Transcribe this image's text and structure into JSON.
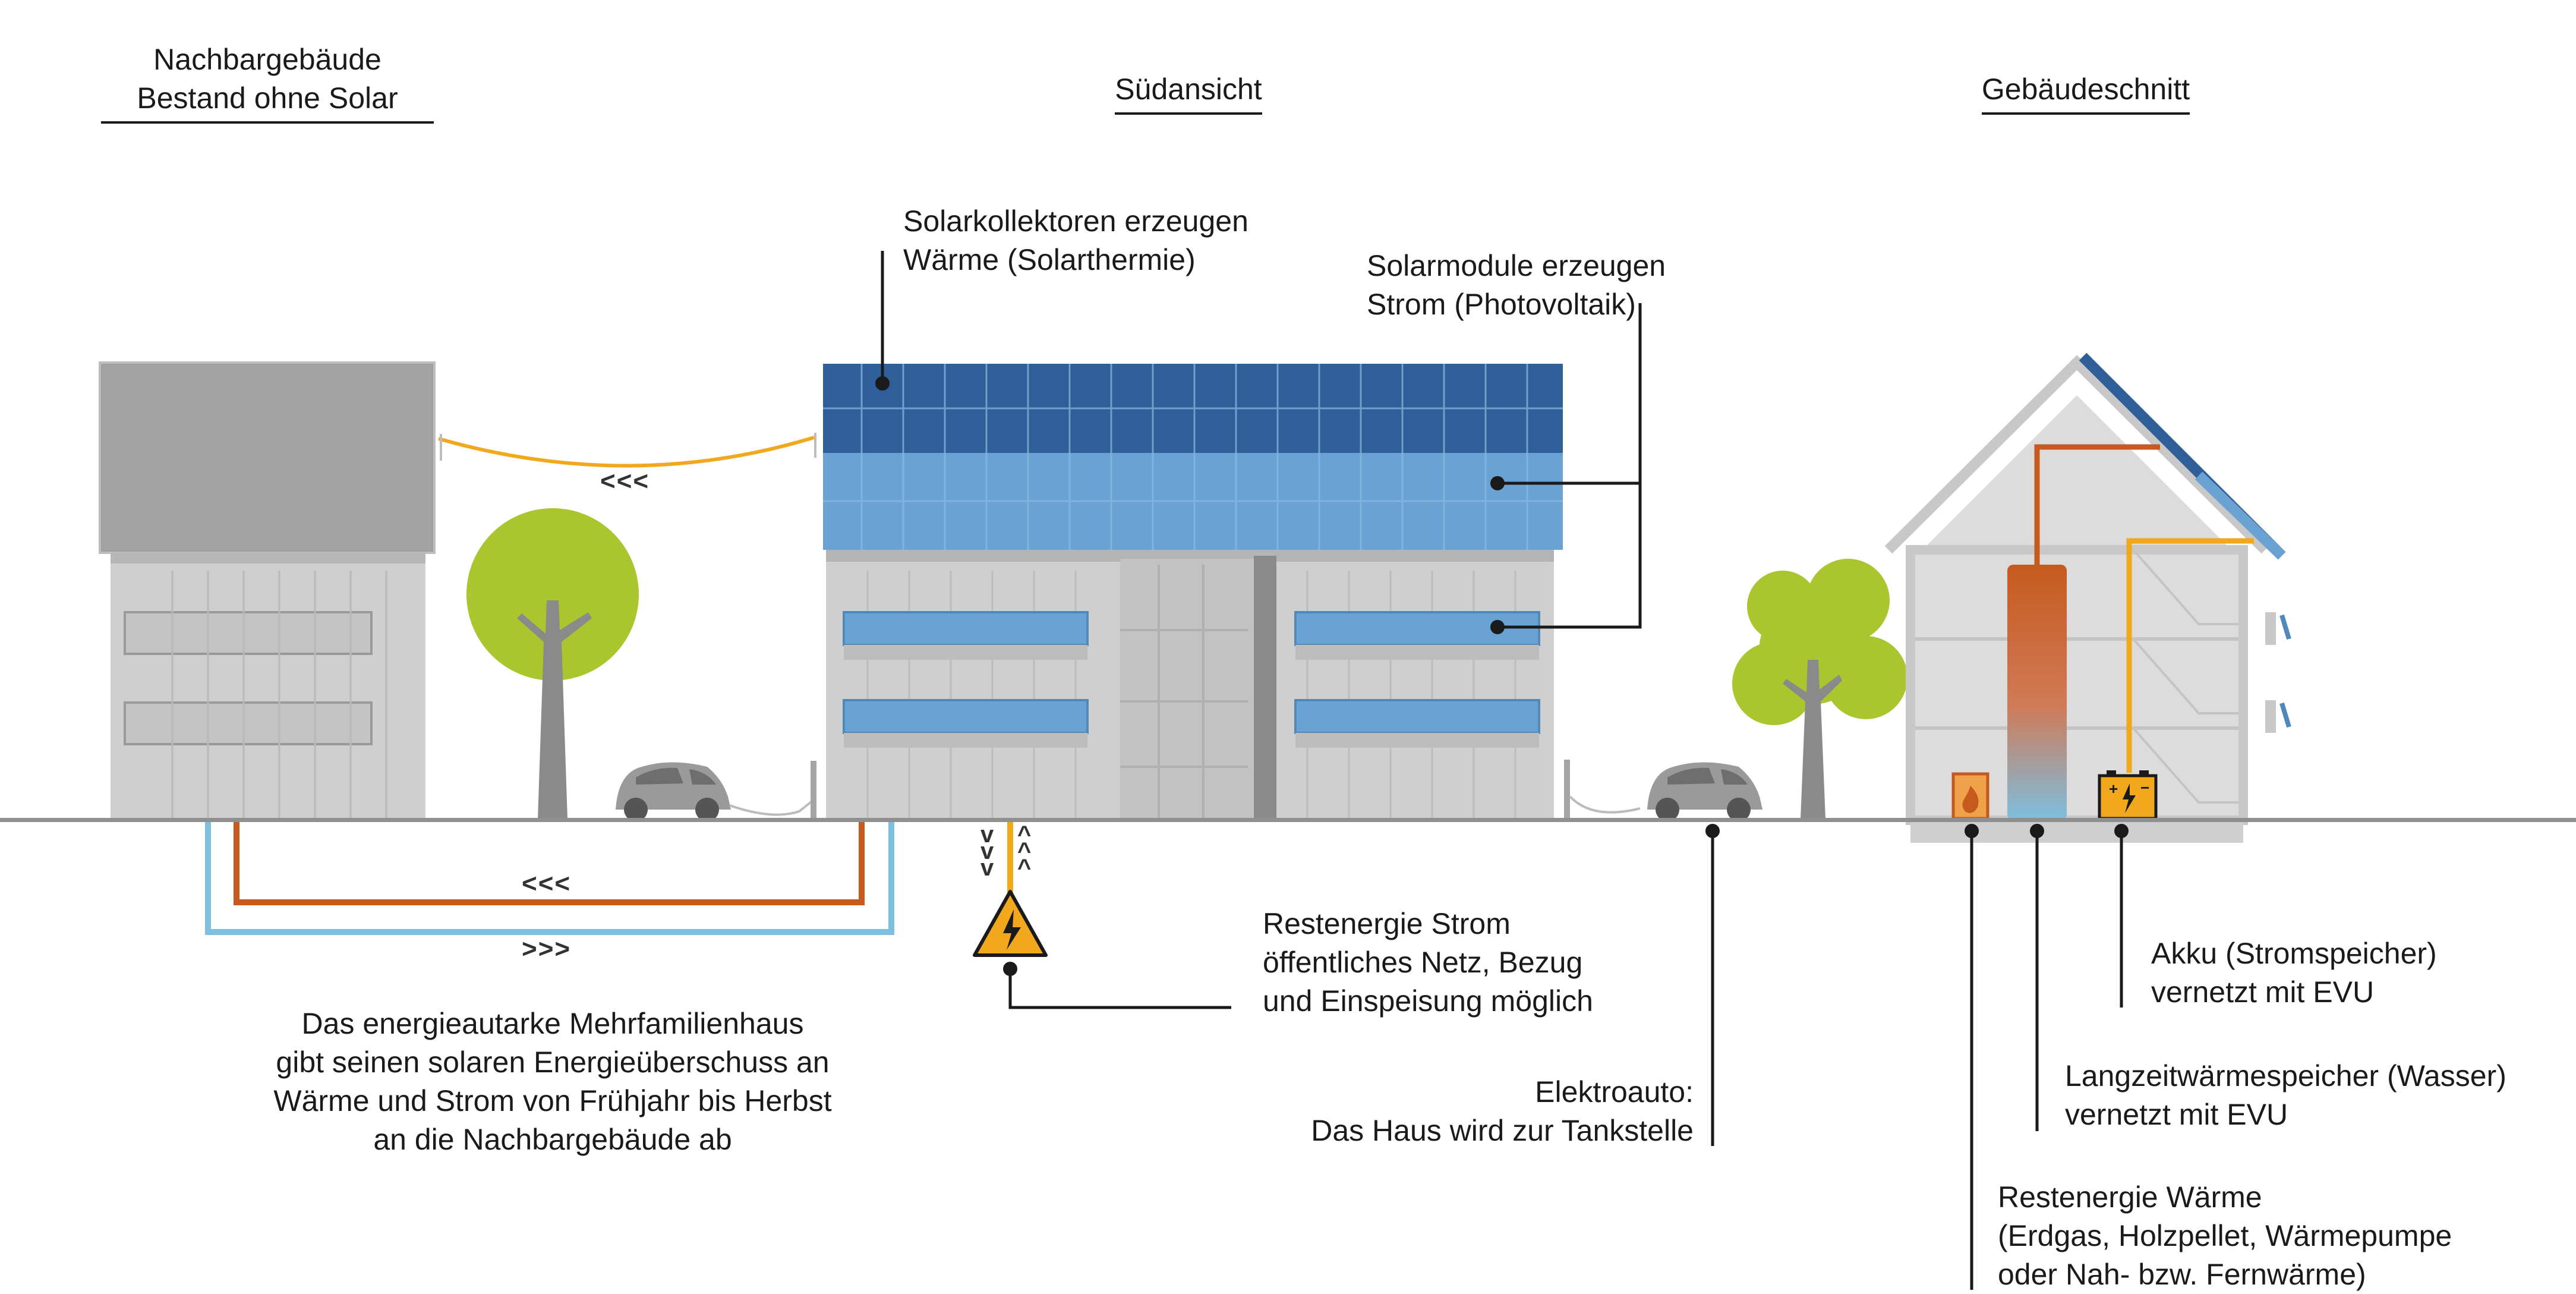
{
  "headings": {
    "left_line1": "Nachbargebäude",
    "left_line2": "Bestand ohne Solar",
    "center": "Südansicht",
    "right": "Gebäudeschnitt"
  },
  "labels": {
    "solarthermie_line1": "Solarkollektoren erzeugen",
    "solarthermie_line2": "Wärme (Solarthermie)",
    "photovoltaik_line1": "Solarmodule erzeugen",
    "photovoltaik_line2": "Strom (Photovoltaik)",
    "restenergie_strom_line1": "Restenergie Strom",
    "restenergie_strom_line2": "öffentliches Netz, Bezug",
    "restenergie_strom_line3": "und Einspeisung möglich",
    "ueberschuss_line1": "Das energieautarke Mehrfamilienhaus",
    "ueberschuss_line2": "gibt seinen solaren Energieüberschuss an",
    "ueberschuss_line3": "Wärme und Strom von Frühjahr bis Herbst",
    "ueberschuss_line4": "an die Nachbargebäude ab",
    "elektroauto_line1": "Elektroauto:",
    "elektroauto_line2": "Das Haus wird zur Tankstelle",
    "akku_line1": "Akku (Stromspeicher)",
    "akku_line2": "vernetzt mit EVU",
    "speicher_line1": "Langzeitwärmespeicher (Wasser)",
    "speicher_line2": "vernetzt mit EVU",
    "restwaerme_line1": "Restenergie Wärme",
    "restwaerme_line2": "(Erdgas, Holzpellet, Wärmepumpe",
    "restwaerme_line3": "oder Nah- bzw. Fernwärme)"
  },
  "flow_marks": {
    "cable_arrows": "<<<",
    "heat_pipe_arrows": "<<<",
    "return_pipe_arrows": ">>>",
    "grid_down": "v v v",
    "grid_up": "^ ^ ^"
  },
  "colors": {
    "ground": "#8f8f8f",
    "building": "#cfcfcf",
    "building_dark": "#a9a9a9",
    "solar_thermal": "#2e5f98",
    "solar_pv": "#6aa3d3",
    "tree_crown": "#a9c62f",
    "trunk": "#888888",
    "heat_pipe": "#c65a1e",
    "cold_pipe": "#7dbfdf",
    "power_line": "#f2a81d",
    "warning_yellow": "#f2a81d",
    "leader": "#1a1a1a"
  },
  "icons": [
    "lightning-warning-icon",
    "flame-icon",
    "battery-icon",
    "electric-car-icon",
    "tree-icon"
  ]
}
